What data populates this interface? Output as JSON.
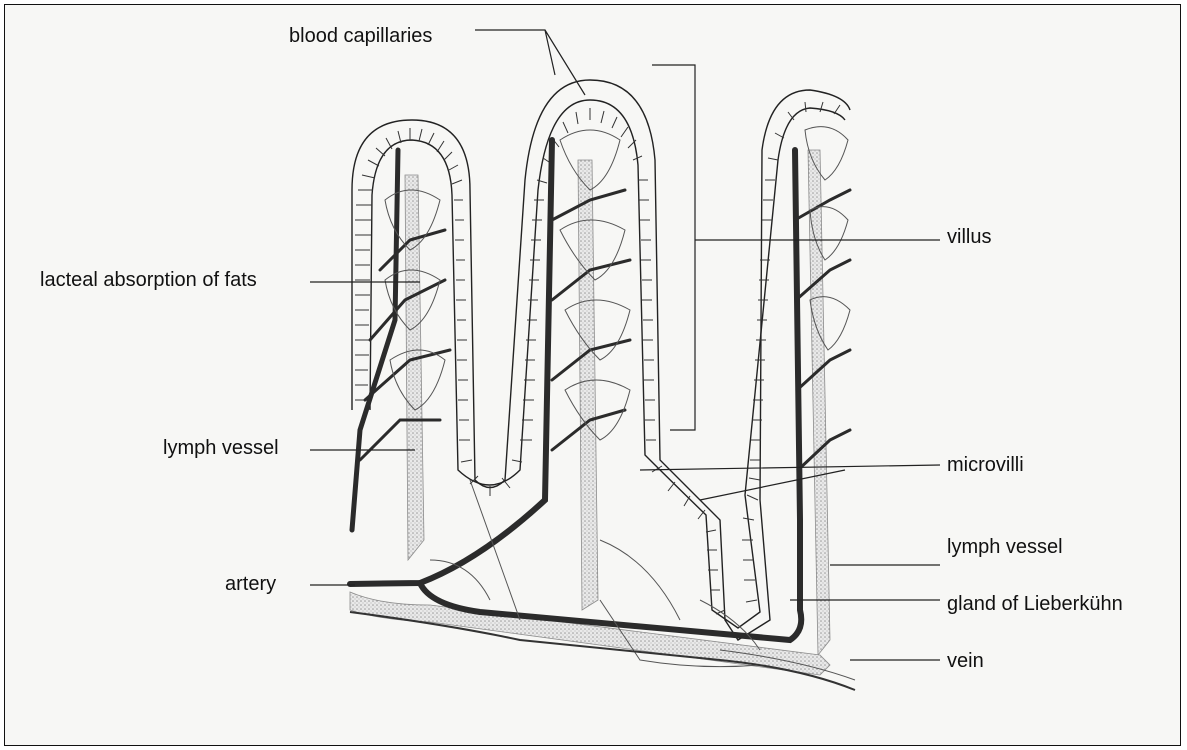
{
  "labels": {
    "blood_capillaries": "blood capillaries",
    "villus": "villus",
    "lacteal": "lacteal absorption of fats",
    "lymph_vessel_left": "lymph vessel",
    "microvilli": "microvilli",
    "lymph_vessel_right": "lymph vessel",
    "artery": "artery",
    "gland": "gland of Lieberkühn",
    "vein": "vein"
  }
}
